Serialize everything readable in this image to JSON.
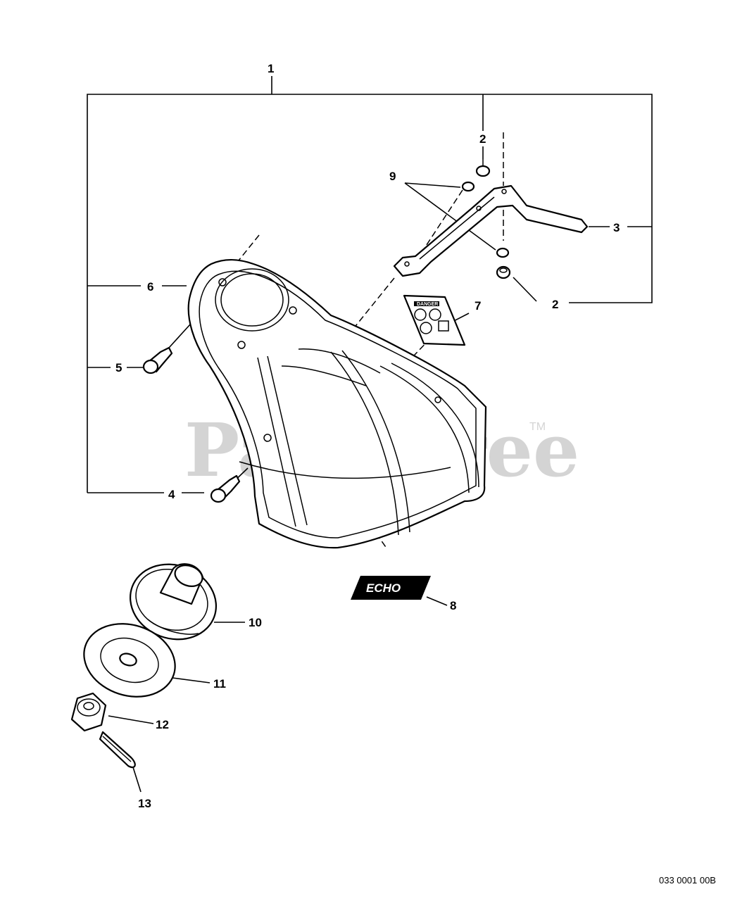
{
  "watermark": {
    "brand": "PartsTree",
    "trademark": "TM"
  },
  "decal": {
    "warning_text": "DANGER",
    "logo_text": "ECHO"
  },
  "drawing_code": "033 0001 00B",
  "callouts": {
    "c1": "1",
    "c2a": "2",
    "c2b": "2",
    "c3": "3",
    "c4": "4",
    "c5": "5",
    "c6": "6",
    "c7": "7",
    "c8": "8",
    "c9": "9",
    "c10": "10",
    "c11": "11",
    "c12": "12",
    "c13": "13"
  }
}
